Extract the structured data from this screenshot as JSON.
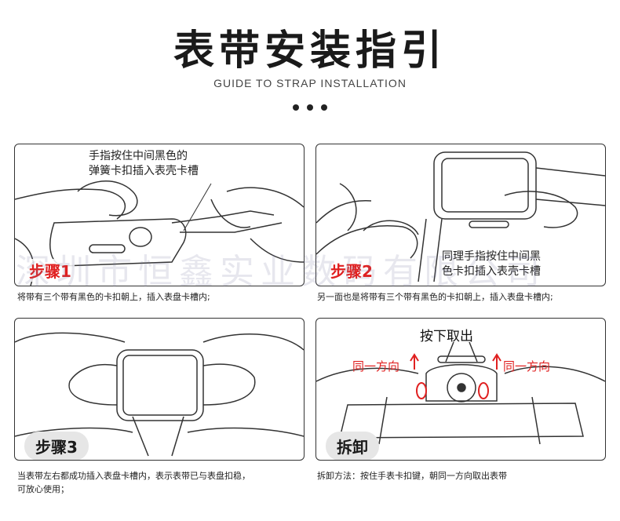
{
  "header": {
    "title": "表带安装指引",
    "subtitle": "GUIDE TO STRAP INSTALLATION"
  },
  "watermark": "深圳市恒鑫实业数码有限公司",
  "panels": [
    {
      "step_label": "步骤1",
      "note_line1": "手指按住中间黑色的",
      "note_line2": "弹簧卡扣插入表壳卡槽",
      "caption": "将带有三个带有黑色的卡扣朝上，插入表盘卡槽内;"
    },
    {
      "step_label": "步骤2",
      "note_line1": "同理手指按住中间黑",
      "note_line2": "色卡扣插入表壳卡槽",
      "caption": "另一面也是将带有三个带有黑色的卡扣朝上，插入表盘卡槽内;"
    },
    {
      "step_label": "步骤3",
      "caption_line1": "当表带左右都成功插入表盘卡槽内，表示表带已与表盘扣稳，",
      "caption_line2": "可放心使用；"
    },
    {
      "step_label": "拆卸",
      "press_label": "按下取出",
      "left_direction": "同一方向",
      "right_direction": "同一方向",
      "caption": "拆卸方法：按住手表卡扣键，朝同一方向取出表带"
    }
  ],
  "colors": {
    "accent_red": "#e02020",
    "line": "#333333",
    "pill": "#e6e6e6"
  }
}
